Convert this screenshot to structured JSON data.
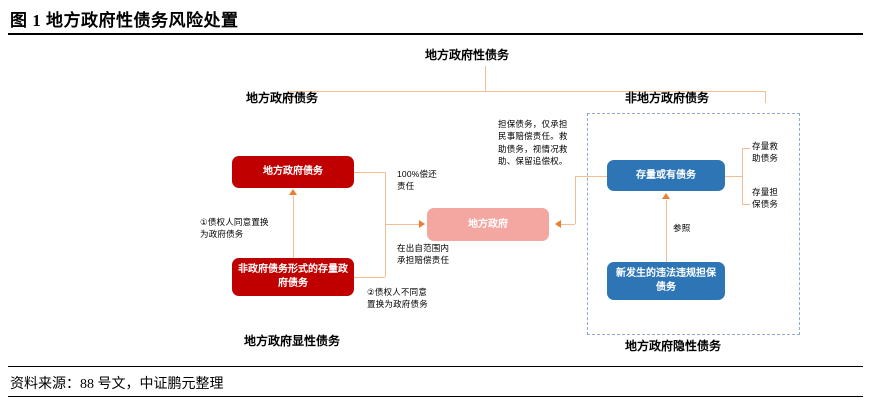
{
  "figure": {
    "title": "图 1   地方政府性债务风险处置",
    "source": "资料来源：88 号文，中证鹏元整理"
  },
  "diagram": {
    "type": "flow-tree",
    "root": {
      "label": "地方政府性债务"
    },
    "branches": {
      "left": {
        "label": "地方政府债务"
      },
      "right": {
        "label": "非地方政府债务"
      }
    },
    "nodes": {
      "local_gov_debt": {
        "label": "地方政府债务",
        "color": "#C00000",
        "shape": "rounded-rect"
      },
      "stock_gov_debt_nonform": {
        "label": "非政府债务形式的存量政府债务",
        "color": "#C00000",
        "shape": "rounded-rect"
      },
      "local_government": {
        "label": "地方政府",
        "color": "#F4A6A0",
        "shape": "rounded-rect"
      },
      "stock_contingent_debt": {
        "label": "存量或有债务",
        "color": "#2E75B6",
        "shape": "rounded-rect"
      },
      "new_illegal_guarantee_debt": {
        "label": "新发生的违法违规担保债务",
        "color": "#2E75B6",
        "shape": "rounded-rect"
      }
    },
    "edge_labels": {
      "full_repayment": "100%偿还\n责任",
      "limited_liability": "在出自范围内\n承担赔偿责任",
      "swap_agree": "①债权人同意置换\n为政府债务",
      "swap_disagree": "②债权人不同意\n置换为政府债务",
      "reference": "参照"
    },
    "notes": {
      "guarantee_note": "担保债务，仅承担民事赔偿责任。救助债务，视情况救助、保留追偿权。"
    },
    "right_categories": [
      {
        "label": "存量救助债务"
      },
      {
        "label": "存量担保债务"
      }
    ],
    "bottom_captions": {
      "left": "地方政府显性债务",
      "right": "地方政府隐性债务"
    },
    "region": {
      "style": "dashed",
      "color": "#8FAADC"
    }
  }
}
